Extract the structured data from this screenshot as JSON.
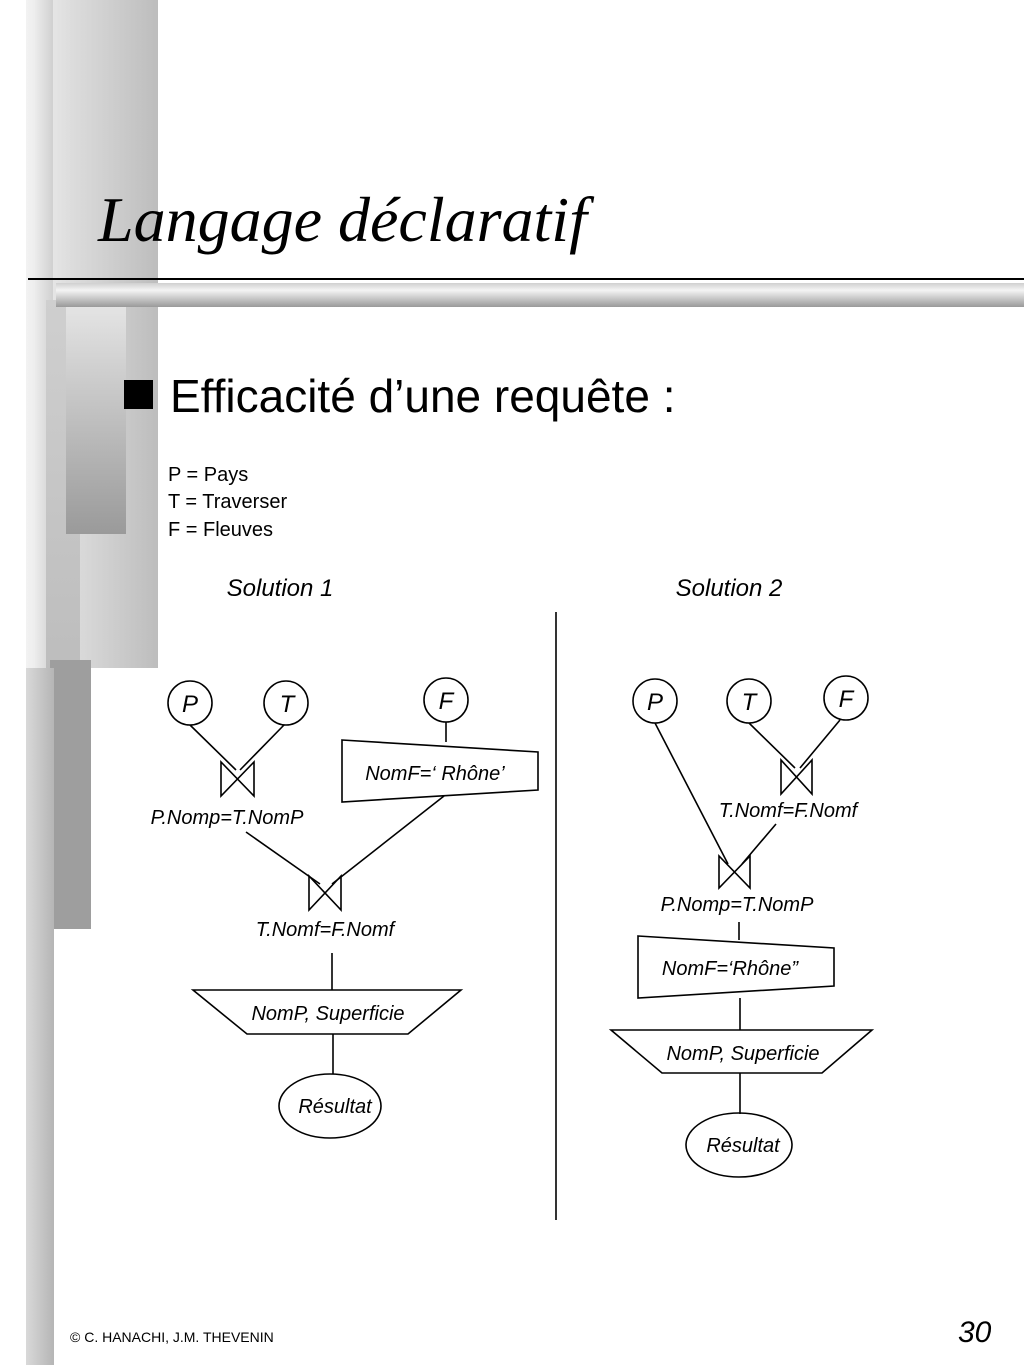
{
  "title": "Langage déclaratif",
  "bullet": "Efficacité d’une requête :",
  "legend": [
    "P = Pays",
    "T = Traverser",
    "F = Fleuves"
  ],
  "solution1": {
    "heading": "Solution 1",
    "node_p": "P",
    "node_t": "T",
    "node_f": "F",
    "selection": "NomF=‘ Rhône’",
    "join1": "P.Nomp=T.NomP",
    "join2": "T.Nomf=F.Nomf",
    "projection": "NomP, Superficie",
    "result": "Résultat"
  },
  "solution2": {
    "heading": "Solution 2",
    "node_p": "P",
    "node_t": "T",
    "node_f": "F",
    "join1": "T.Nomf=F.Nomf",
    "join2": "P.Nomp=T.NomP",
    "selection": "NomF=‘Rhône”",
    "projection": "NomP, Superficie",
    "result": "Résultat"
  },
  "footer": {
    "copyright": "© C. HANACHI, J.M. THEVENIN",
    "page_number": "30"
  }
}
